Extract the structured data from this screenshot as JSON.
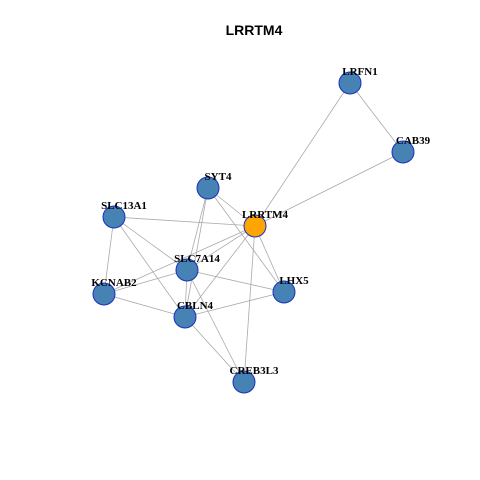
{
  "title": "LRRTM4",
  "colors": {
    "center_node": "#FFA500",
    "node": "#4682B4",
    "node_border": "#1a2ec0",
    "edge": "#aaaaaa"
  },
  "nodes": [
    {
      "id": "LRFN1",
      "label": "LRFN1",
      "center": false
    },
    {
      "id": "CAB39",
      "label": "CAB39",
      "center": false
    },
    {
      "id": "SYT4",
      "label": "SYT4",
      "center": false
    },
    {
      "id": "LRRTM4",
      "label": "LRRTM4",
      "center": true
    },
    {
      "id": "SLC13A1",
      "label": "SLC13A1",
      "center": false
    },
    {
      "id": "SLC7A14",
      "label": "SLC7A14",
      "center": false
    },
    {
      "id": "KCNAB2",
      "label": "KCNAB2",
      "center": false
    },
    {
      "id": "LHX5",
      "label": "LHX5",
      "center": false
    },
    {
      "id": "CBLN4",
      "label": "CBLN4",
      "center": false
    },
    {
      "id": "CREB3L3",
      "label": "CREB3L3",
      "center": false
    }
  ],
  "edges": [
    [
      "LRFN1",
      "CAB39"
    ],
    [
      "LRFN1",
      "LRRTM4"
    ],
    [
      "CAB39",
      "LRRTM4"
    ],
    [
      "SYT4",
      "LRRTM4"
    ],
    [
      "SYT4",
      "SLC7A14"
    ],
    [
      "SYT4",
      "CBLN4"
    ],
    [
      "SYT4",
      "LHX5"
    ],
    [
      "SLC13A1",
      "LRRTM4"
    ],
    [
      "SLC13A1",
      "SLC7A14"
    ],
    [
      "SLC13A1",
      "KCNAB2"
    ],
    [
      "SLC13A1",
      "CBLN4"
    ],
    [
      "LRRTM4",
      "SLC7A14"
    ],
    [
      "LRRTM4",
      "KCNAB2"
    ],
    [
      "LRRTM4",
      "CBLN4"
    ],
    [
      "LRRTM4",
      "LHX5"
    ],
    [
      "LRRTM4",
      "CREB3L3"
    ],
    [
      "SLC7A14",
      "KCNAB2"
    ],
    [
      "SLC7A14",
      "CBLN4"
    ],
    [
      "SLC7A14",
      "LHX5"
    ],
    [
      "SLC7A14",
      "CREB3L3"
    ],
    [
      "KCNAB2",
      "CBLN4"
    ],
    [
      "CBLN4",
      "LHX5"
    ],
    [
      "CBLN4",
      "CREB3L3"
    ]
  ]
}
